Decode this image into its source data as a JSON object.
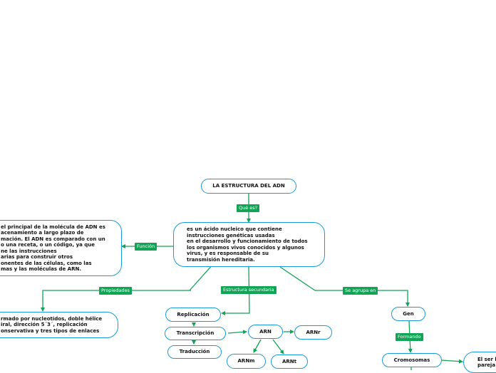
{
  "colors": {
    "line": "#11a356",
    "border": "#1a9ad6",
    "tag_bg": "#11a356"
  },
  "nodes": {
    "title": "LA ESTRUCTURA DEL ADN",
    "definition": "es un ácido nucleico que contiene\ninstrucciones genéticas usadas\nen el desarrollo y funcionamiento de todos\nlos organismos vivos conocidos y algunos\nvirus, y es responsable de su\ntransmisión hereditaria.",
    "function_text": "el principal de la molécula de ADN es\nacenamiento a largo plazo de\nmación. El ADN es comparado con un\no una receta, o un código, ya que\nne las instrucciones\narias para construir otros\nonentes de las células, como las\nmas y las moléculas de ARN.",
    "properties_text": "rmado por nucleotidos, doble hélice\niral, dirección 5´3´, replicación\nonservativa y tres tipos de enlaces",
    "replicacion": "Replicación",
    "transcripcion": "Transcripción",
    "traduccion": "Traducción",
    "arn": "ARN",
    "arnr": "ARNr",
    "arnm": "ARNm",
    "arnt": "ARNt",
    "gen": "Gen",
    "cromosomas": "Cromosomas",
    "ser_text": "El ser h\npareja"
  },
  "tags": {
    "que_es": "Qué es?",
    "funcion": "Función",
    "propiedades": "Propiedades",
    "estructura": "Estructura secundaria",
    "agrupa": "Se agrupa en",
    "formando": "Formando"
  }
}
